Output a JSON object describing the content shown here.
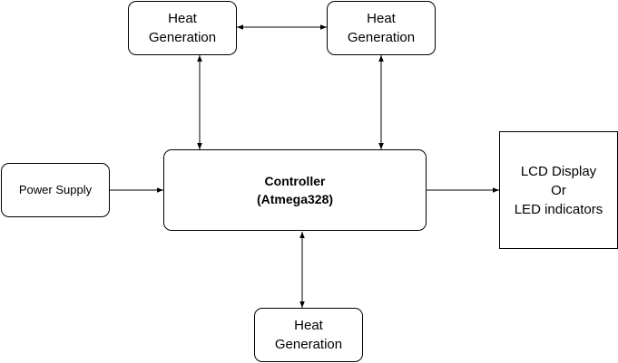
{
  "diagram": {
    "heat_top_left": {
      "line1": "Heat",
      "line2": "Generation"
    },
    "heat_top_right": {
      "line1": "Heat",
      "line2": "Generation"
    },
    "heat_bottom": {
      "line1": "Heat",
      "line2": "Generation"
    },
    "power_supply": {
      "label": "Power Supply"
    },
    "controller": {
      "line1": "Controller",
      "line2": "(Atmega328)"
    },
    "display": {
      "line1": "LCD Display",
      "line2": "Or",
      "line3": "LED indicators"
    }
  }
}
